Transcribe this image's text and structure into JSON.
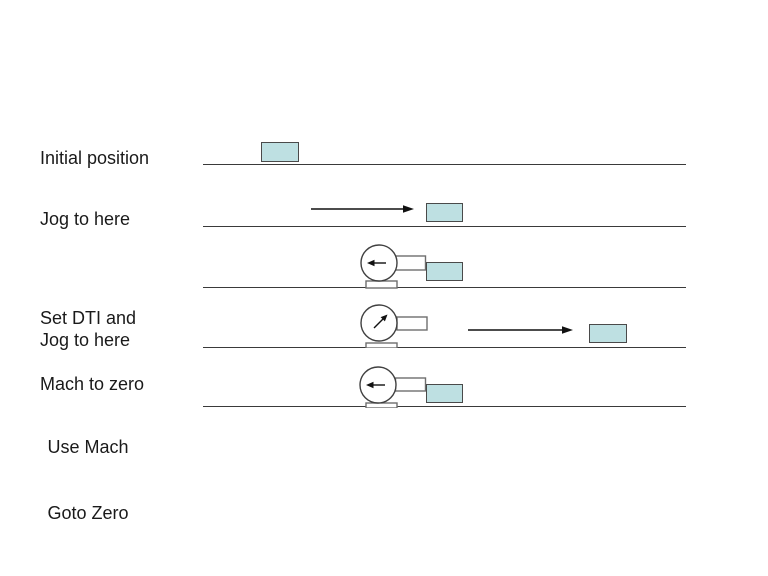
{
  "slide_title": "DTI zeroing procedure diagram",
  "colors": {
    "background": "#ffffff",
    "block_fill": "#bee0e2",
    "block_border": "#4a4a4a",
    "line_color": "#3a3a3a",
    "text_color": "#1a1a1a",
    "dial_stroke": "#404040",
    "plunger_stroke": "#6e6e6e",
    "arrow_color": "#111111"
  },
  "rows": [
    {
      "label": "Initial position"
    },
    {
      "label": "Jog to here"
    },
    {
      "label_line1": "Set DTI and",
      "label_line2": "Mach to zero"
    },
    {
      "label": "Jog to here"
    },
    {
      "label_line1": "Use Mach",
      "label_line2": "Goto Zero"
    }
  ],
  "icons": {
    "dial_indicator": "dial-indicator-gauge",
    "motion_arrow": "right-arrow"
  }
}
